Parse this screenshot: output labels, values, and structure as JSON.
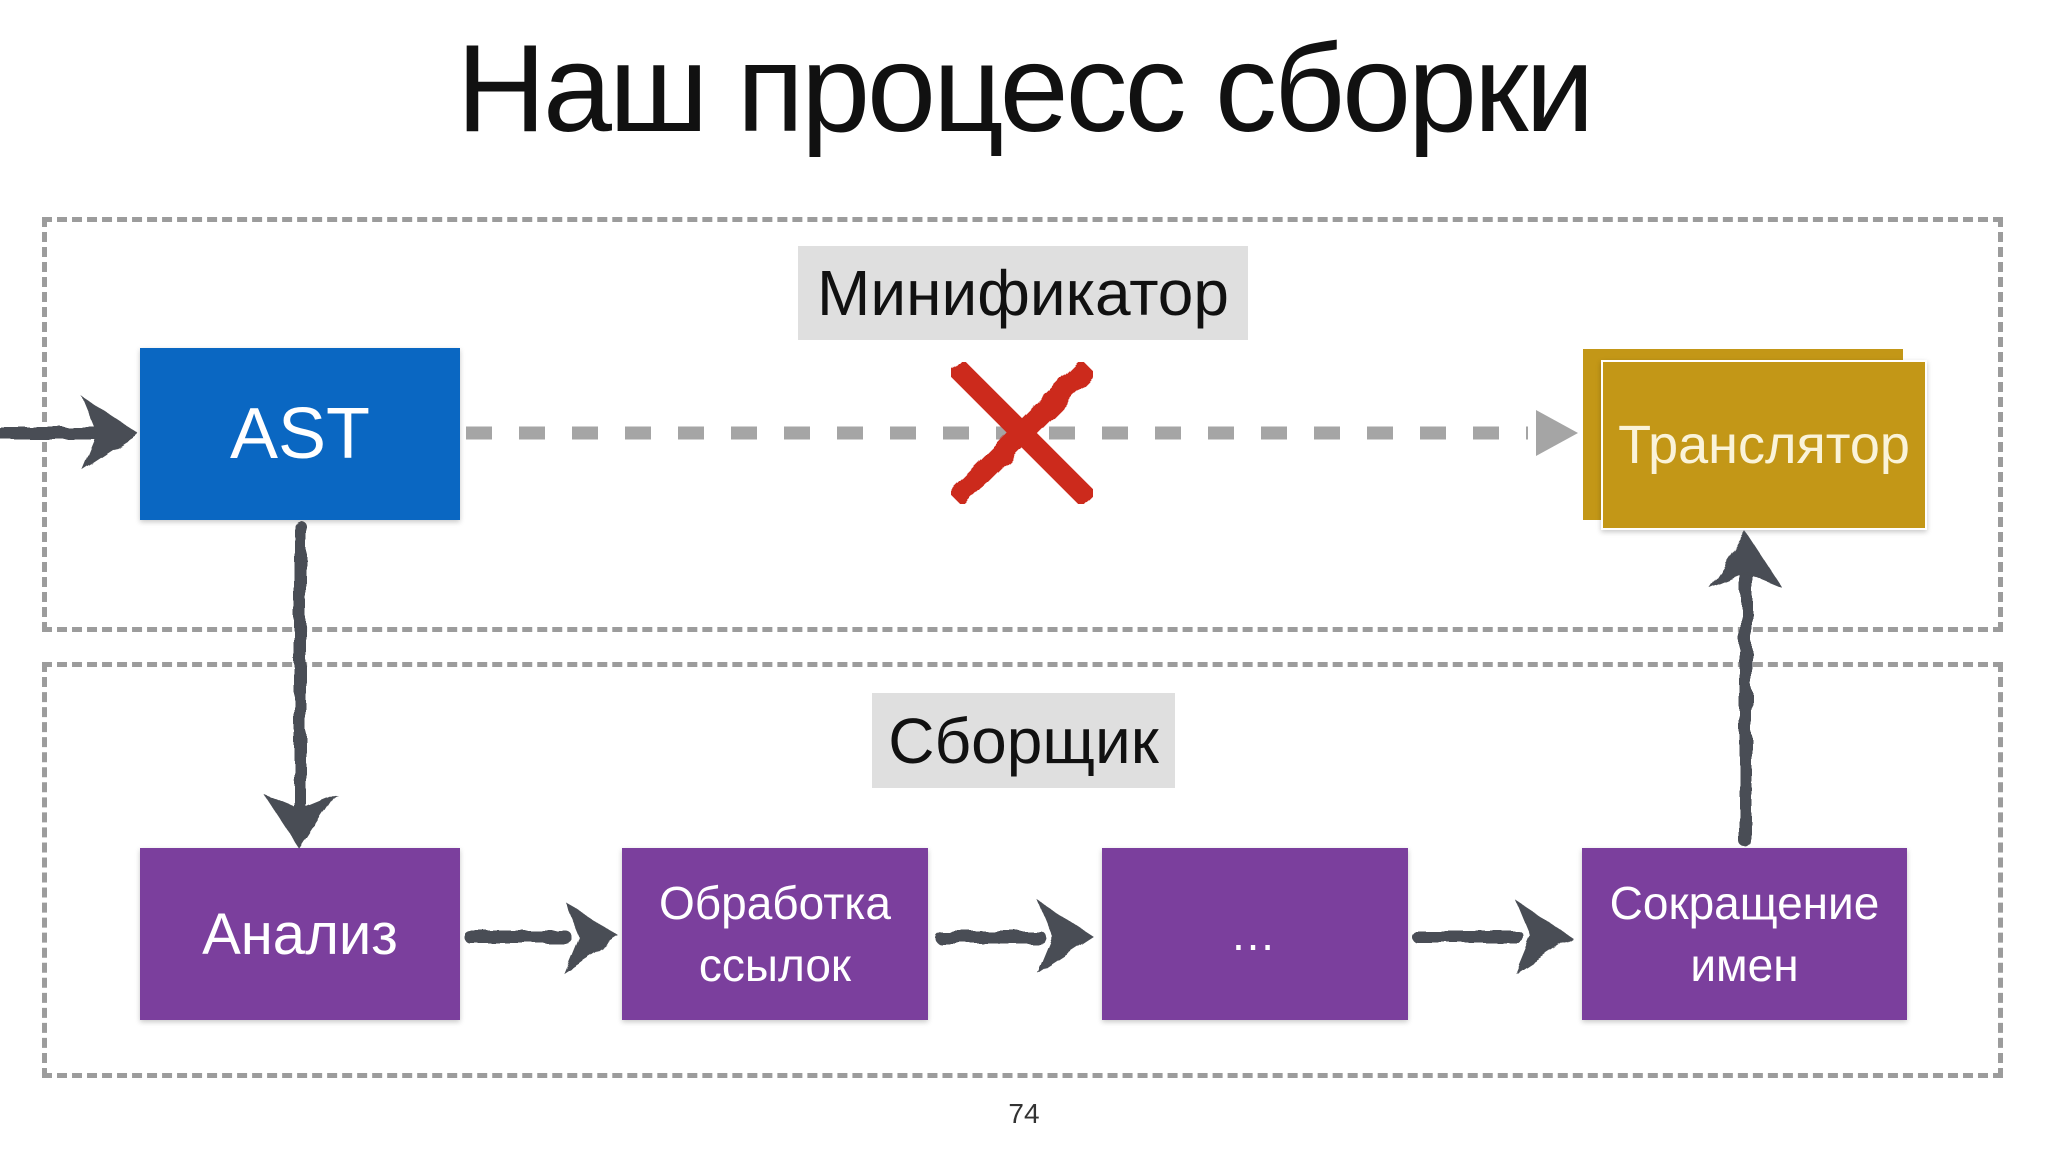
{
  "slide": {
    "title": "Наш процесс сборки",
    "page_number": "74"
  },
  "minifier_group": {
    "label": "Минификатор",
    "nodes": {
      "ast": "AST",
      "translator": "Транслятор"
    }
  },
  "builder_group": {
    "label": "Сборщик",
    "nodes": {
      "analysis": "Анализ",
      "link_processing": "Обработка ссылок",
      "ellipsis": "…",
      "name_shortening": "Сокращение имен"
    }
  },
  "colors": {
    "blue": "#0a67c2",
    "purple": "#7b3f9d",
    "gold": "#c39717",
    "gold_text": "#faf3d9",
    "red": "#cc2b1d",
    "arrow": "#4a4e54",
    "dash_gray": "#a5a5a5",
    "border_gray": "#9c9c9c",
    "label_bg": "#dfdfdf",
    "text_black": "#111111"
  }
}
